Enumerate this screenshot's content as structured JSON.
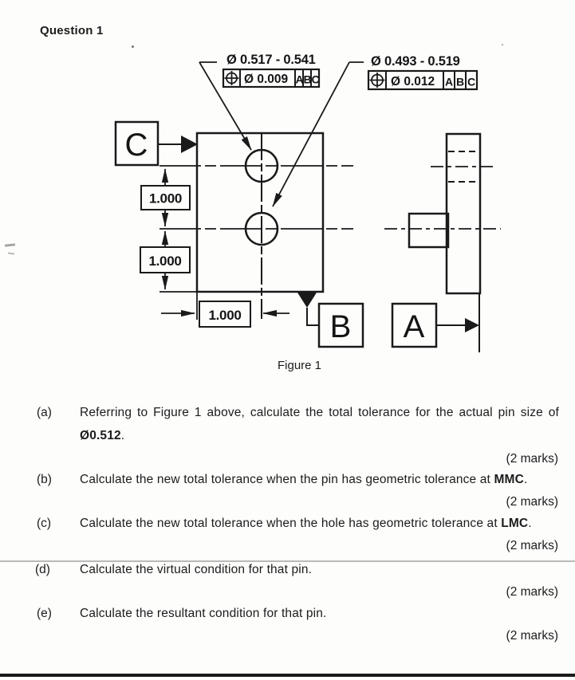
{
  "page": {
    "title": "Question 1",
    "figure_caption": "Figure 1"
  },
  "figure": {
    "hole_callout": {
      "size": "Ø 0.517 - 0.541",
      "tolerance": "Ø 0.009",
      "datums": [
        "A",
        "B",
        "C"
      ]
    },
    "pin_callout": {
      "size": "Ø 0.493 - 0.519",
      "tolerance": "Ø 0.012",
      "datums": [
        "A",
        "B",
        "C"
      ]
    },
    "dims": {
      "vertical_1": "1.000",
      "vertical_2": "1.000",
      "horizontal": "1.000"
    },
    "datum_labels": {
      "c": "C",
      "b": "B",
      "a": "A"
    }
  },
  "questions": [
    {
      "label": "(a)",
      "line1": "Referring to Figure 1 above, calculate the total tolerance for the actual pin size of",
      "bold": "Ø0.512",
      "suffix": ".",
      "marks": "(2 marks)"
    },
    {
      "label": "(b)",
      "prefix": "Calculate the new total tolerance when the pin has geometric tolerance at ",
      "bold": "MMC",
      "suffix": ".",
      "marks": "(2 marks)"
    },
    {
      "label": "(c)",
      "prefix": "Calculate the new total tolerance when the hole has geometric tolerance at ",
      "bold": "LMC",
      "suffix": ".",
      "marks": "(2 marks)"
    },
    {
      "label": "(d)",
      "prefix": "Calculate the virtual condition for that pin.",
      "bold": "",
      "suffix": "",
      "marks": "(2 marks)"
    },
    {
      "label": "(e)",
      "prefix": "Calculate the resultant condition for that pin.",
      "bold": "",
      "suffix": "",
      "marks": "(2 marks)"
    }
  ]
}
